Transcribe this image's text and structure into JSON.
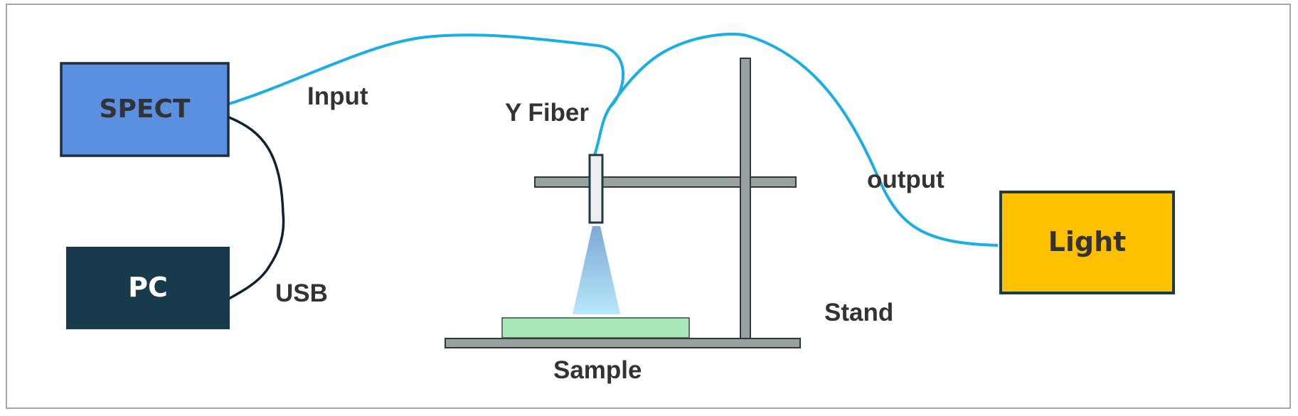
{
  "diagram": {
    "title": "",
    "nodes": {
      "spect": {
        "label": "SPECT",
        "color": "#5b8fe0"
      },
      "pc": {
        "label": "PC",
        "color": "#173a4c"
      },
      "light": {
        "label": "Light",
        "color": "#ffc000"
      },
      "sample": {
        "label": "Sample",
        "color": "#a8e8b8"
      }
    },
    "labels": {
      "input": "Input",
      "y_fiber": "Y Fiber",
      "output": "output",
      "usb": "USB",
      "stand": "Stand",
      "sample": "Sample"
    },
    "colors": {
      "fiber": "#1aaee6",
      "usb_cable": "#0e2230",
      "stand": "#9aa0a0",
      "stand_outline": "#2b3a3a",
      "probe": "#eeeeee",
      "beam_top": "#7da9d4",
      "beam_bottom": "#b8e7fb"
    }
  }
}
